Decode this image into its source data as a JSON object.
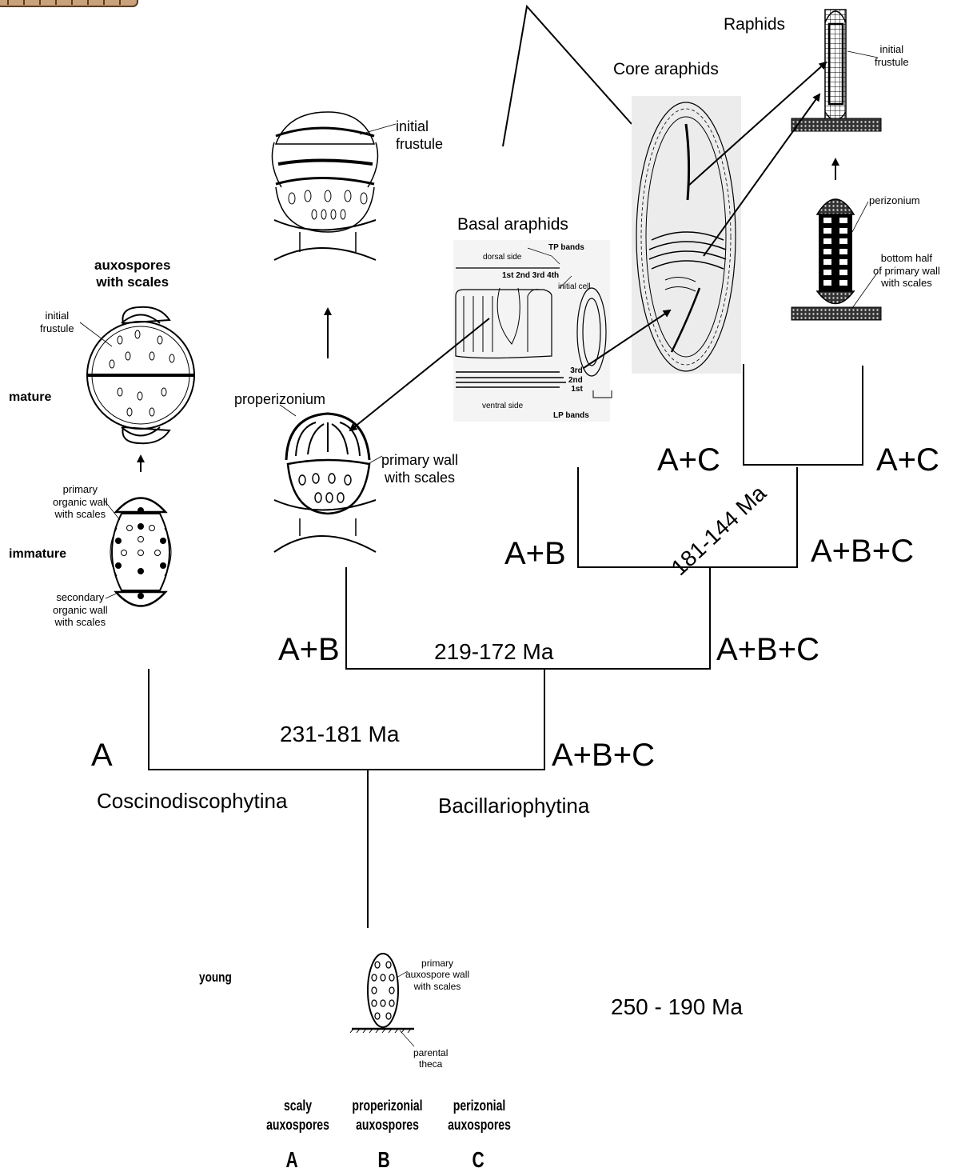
{
  "tree": {
    "root_age": "250 - 190 Ma",
    "node1_age": "231-181 Ma",
    "node2_age": "219-172 Ma",
    "node3_age": "181-144 Ma",
    "tip_A": "A",
    "node1_right": "A+B+C",
    "node2_left": "A+B",
    "node2_right": "A+B+C",
    "node3_left": "A+B",
    "node3_right": "A+B+C",
    "node4_left": "A+C",
    "node4_right": "A+C",
    "clade_left": "Coscinodiscophytina",
    "clade_right": "Bacillariophytina"
  },
  "groups": {
    "basal": "Basal araphids",
    "core": "Core araphids",
    "raphids": "Raphids"
  },
  "auxospores_panel": {
    "title": "auxospores\nwith scales",
    "mature": "mature",
    "immature": "immature",
    "initial_frustule": "initial\nfrustule",
    "primary_wall": "primary\norganic wall\nwith scales",
    "secondary_wall": "secondary\norganic wall\nwith scales"
  },
  "properizonium_panel": {
    "initial_frustule": "initial\nfrustule",
    "properizonium": "properizonium",
    "primary_wall": "primary wall\nwith scales"
  },
  "basal_panel": {
    "dorsal": "dorsal side",
    "ventral": "ventral side",
    "tp": "TP bands",
    "lp": "LP bands",
    "initial_cell": "initial cell",
    "order_top": "1st 2nd 3rd 4th",
    "order_side": "3rd\n2nd\n1st"
  },
  "raphid_panel": {
    "initial_frustule": "initial\nfrustule",
    "perizonium": "perizonium",
    "bottom_half": "bottom half\nof primary wall\nwith scales"
  },
  "young_panel": {
    "young": "young",
    "primary": "primary\nauxospore wall\nwith scales",
    "parental": "parental\ntheca"
  },
  "legend": {
    "scaly": "scaly\nauxospores",
    "properizonial": "properizonial\nauxospores",
    "perizonial": "perizonial\nauxospores",
    "A": "A",
    "B": "B",
    "C": "C"
  }
}
